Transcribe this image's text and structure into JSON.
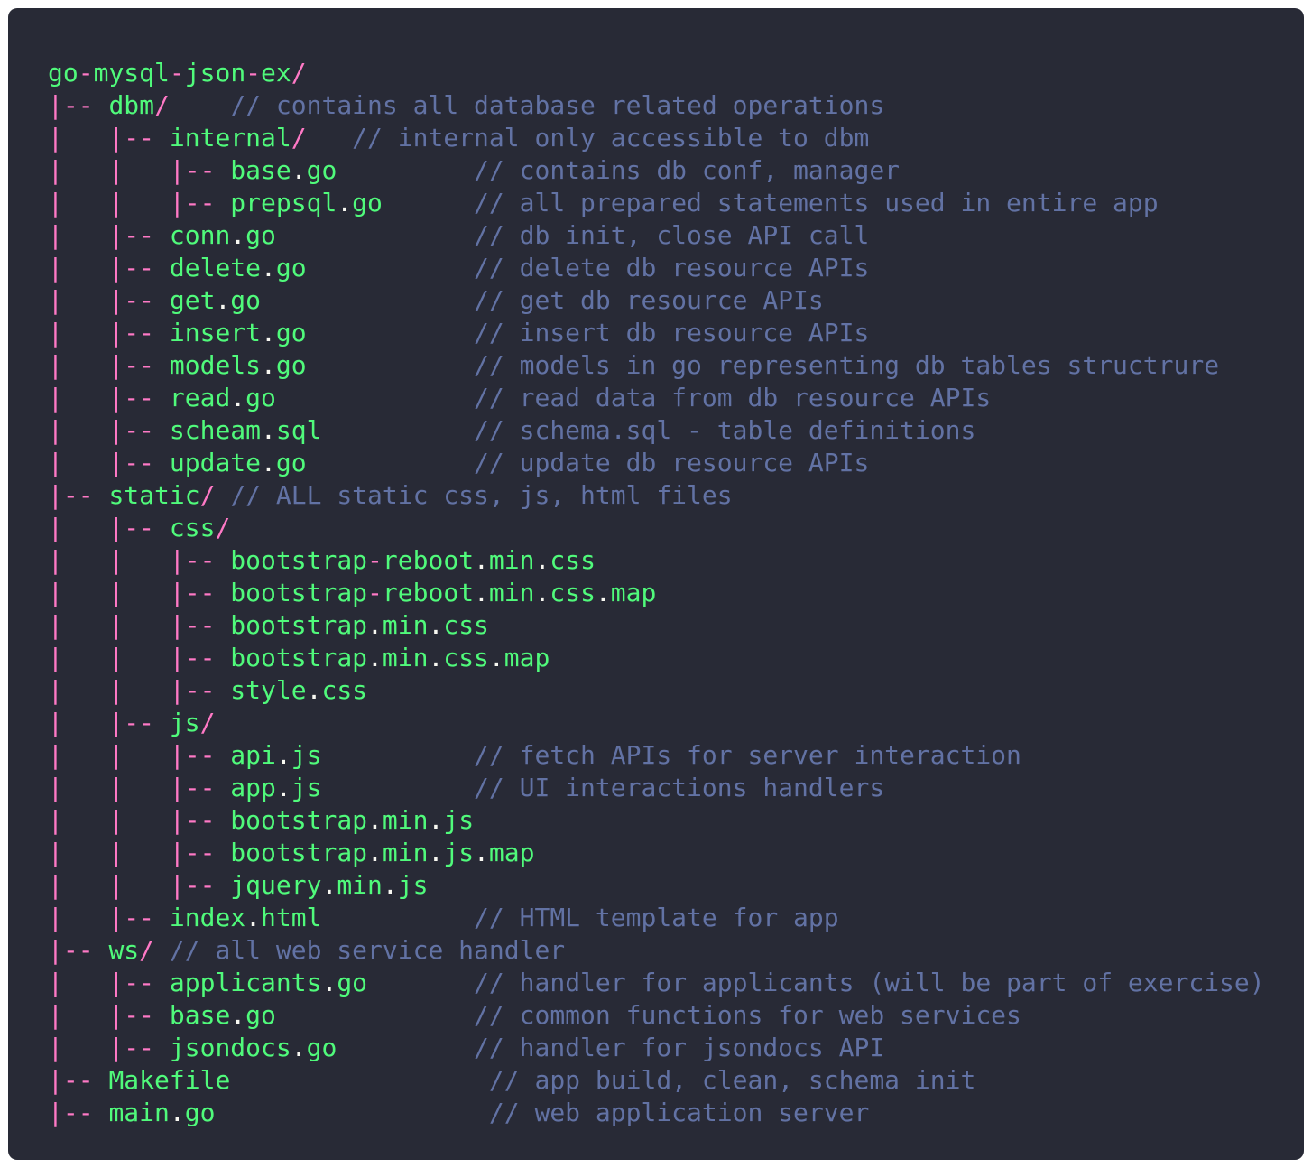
{
  "colors": {
    "background": "#282a36",
    "tree": "#ff79c6",
    "name": "#50fa7b",
    "dot": "#f8f8f2",
    "comment": "#6272a4"
  },
  "lines": [
    {
      "tree": "",
      "name": "go-mysql-json-ex/",
      "pad": "",
      "comment": ""
    },
    {
      "tree": "|-- ",
      "name": "dbm/",
      "pad": "    ",
      "comment": "// contains all database related operations"
    },
    {
      "tree": "|   |-- ",
      "name": "internal/",
      "pad": "   ",
      "comment": "// internal only accessible to dbm"
    },
    {
      "tree": "|   |   |-- ",
      "name": "base.go",
      "pad": "         ",
      "comment": "// contains db conf, manager"
    },
    {
      "tree": "|   |   |-- ",
      "name": "prepsql.go",
      "pad": "      ",
      "comment": "// all prepared statements used in entire app"
    },
    {
      "tree": "|   |-- ",
      "name": "conn.go",
      "pad": "             ",
      "comment": "// db init, close API call"
    },
    {
      "tree": "|   |-- ",
      "name": "delete.go",
      "pad": "           ",
      "comment": "// delete db resource APIs"
    },
    {
      "tree": "|   |-- ",
      "name": "get.go",
      "pad": "              ",
      "comment": "// get db resource APIs"
    },
    {
      "tree": "|   |-- ",
      "name": "insert.go",
      "pad": "           ",
      "comment": "// insert db resource APIs"
    },
    {
      "tree": "|   |-- ",
      "name": "models.go",
      "pad": "           ",
      "comment": "// models in go representing db tables structrure"
    },
    {
      "tree": "|   |-- ",
      "name": "read.go",
      "pad": "             ",
      "comment": "// read data from db resource APIs"
    },
    {
      "tree": "|   |-- ",
      "name": "scheam.sql",
      "pad": "          ",
      "comment": "// schema.sql - table definitions"
    },
    {
      "tree": "|   |-- ",
      "name": "update.go",
      "pad": "           ",
      "comment": "// update db resource APIs"
    },
    {
      "tree": "|-- ",
      "name": "static/",
      "pad": " ",
      "comment": "// ALL static css, js, html files"
    },
    {
      "tree": "|   |-- ",
      "name": "css/",
      "pad": "",
      "comment": ""
    },
    {
      "tree": "|   |   |-- ",
      "name": "bootstrap-reboot.min.css",
      "pad": "",
      "comment": ""
    },
    {
      "tree": "|   |   |-- ",
      "name": "bootstrap-reboot.min.css.map",
      "pad": "",
      "comment": ""
    },
    {
      "tree": "|   |   |-- ",
      "name": "bootstrap.min.css",
      "pad": "",
      "comment": ""
    },
    {
      "tree": "|   |   |-- ",
      "name": "bootstrap.min.css.map",
      "pad": "",
      "comment": ""
    },
    {
      "tree": "|   |   |-- ",
      "name": "style.css",
      "pad": "",
      "comment": ""
    },
    {
      "tree": "|   |-- ",
      "name": "js/",
      "pad": "",
      "comment": ""
    },
    {
      "tree": "|   |   |-- ",
      "name": "api.js",
      "pad": "          ",
      "comment": "// fetch APIs for server interaction"
    },
    {
      "tree": "|   |   |-- ",
      "name": "app.js",
      "pad": "          ",
      "comment": "// UI interactions handlers"
    },
    {
      "tree": "|   |   |-- ",
      "name": "bootstrap.min.js",
      "pad": "",
      "comment": ""
    },
    {
      "tree": "|   |   |-- ",
      "name": "bootstrap.min.js.map",
      "pad": "",
      "comment": ""
    },
    {
      "tree": "|   |   |-- ",
      "name": "jquery.min.js",
      "pad": "",
      "comment": ""
    },
    {
      "tree": "|   |-- ",
      "name": "index.html",
      "pad": "          ",
      "comment": "// HTML template for app"
    },
    {
      "tree": "|-- ",
      "name": "ws/",
      "pad": " ",
      "comment": "// all web service handler"
    },
    {
      "tree": "|   |-- ",
      "name": "applicants.go",
      "pad": "       ",
      "comment": "// handler for applicants (will be part of exercise)"
    },
    {
      "tree": "|   |-- ",
      "name": "base.go",
      "pad": "             ",
      "comment": "// common functions for web services"
    },
    {
      "tree": "|   |-- ",
      "name": "jsondocs.go",
      "pad": "         ",
      "comment": "// handler for jsondocs API"
    },
    {
      "tree": "|-- ",
      "name": "Makefile",
      "pad": "                 ",
      "comment": "// app build, clean, schema init"
    },
    {
      "tree": "|-- ",
      "name": "main.go",
      "pad": "                  ",
      "comment": "// web application server"
    }
  ]
}
